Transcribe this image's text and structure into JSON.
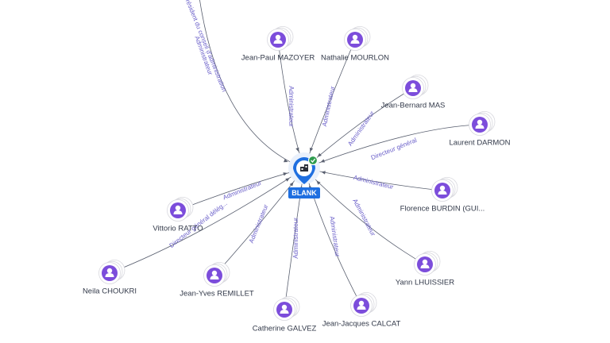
{
  "center": {
    "label": "BLANK",
    "color": "#1f6fe0",
    "verified_color": "#2e9b4e",
    "icon": "building-icon"
  },
  "colors": {
    "person": "#7c4ddb",
    "edge": "#5a6070",
    "edge_label": "#6a5fc9"
  },
  "person_icon": "person-icon",
  "people": [
    {
      "id": "jpm",
      "name": "Jean-Paul MAZOYER",
      "role": "Administrateur"
    },
    {
      "id": "nm",
      "name": "Nathalie MOURLON",
      "role": "Administrateur"
    },
    {
      "id": "jbm",
      "name": "Jean-Bernard MAS",
      "role": "Administrateur"
    },
    {
      "id": "ld",
      "name": "Laurent DARMON",
      "role": "Directeur général"
    },
    {
      "id": "fb",
      "name": "Florence BURDIN (GUI...",
      "role": "Administrateur"
    },
    {
      "id": "yl",
      "name": "Yann LHUISSIER",
      "role": "Administrateur"
    },
    {
      "id": "jjc",
      "name": "Jean-Jacques CALCAT",
      "role": "Administrateur"
    },
    {
      "id": "cg",
      "name": "Catherine GALVEZ",
      "role": "Administrateur"
    },
    {
      "id": "jyr",
      "name": "Jean-Yves REMILLET",
      "role": "Administrateur"
    },
    {
      "id": "nc",
      "name": "Neila CHOUKRI",
      "role": "Directeur général délég..."
    },
    {
      "id": "vr",
      "name": "Vittorio RATTO",
      "role": "Administrateur"
    }
  ],
  "offscreen_edges": [
    {
      "id": "top-left",
      "labels": [
        "Président du conseil d'administration",
        "Administrateur"
      ]
    }
  ]
}
